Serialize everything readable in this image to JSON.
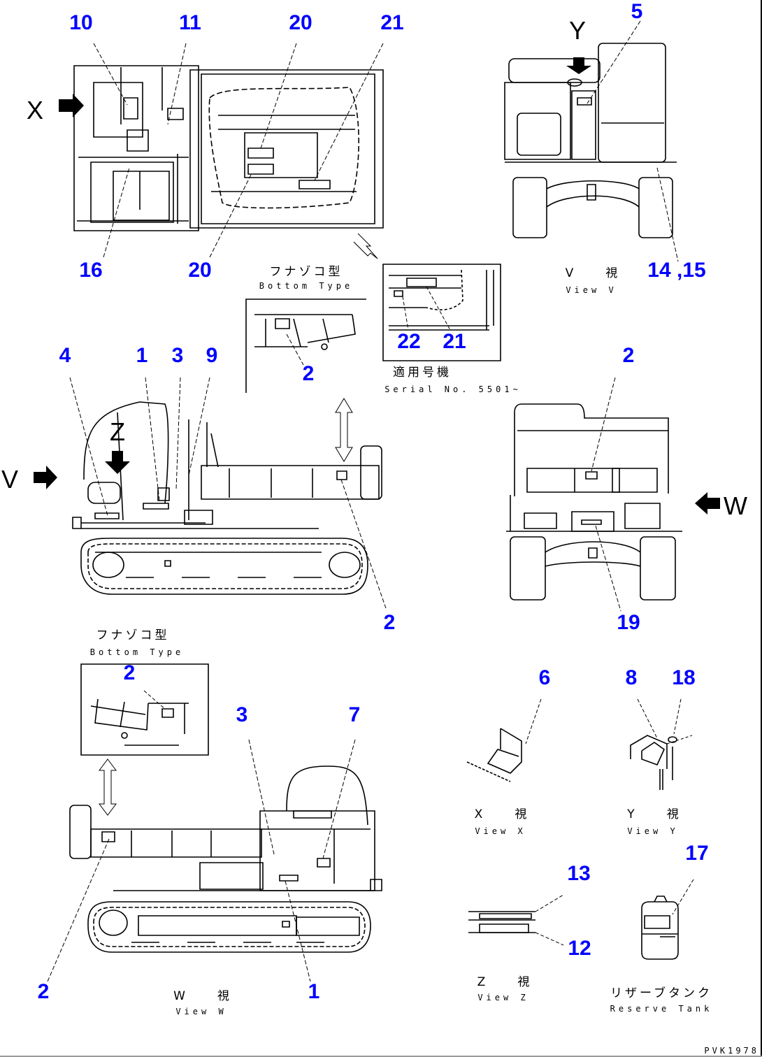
{
  "drawing": {
    "document_id": "PVK1978",
    "callouts": {
      "c10": "10",
      "c11": "11",
      "c20a": "20",
      "c21a": "21",
      "c16": "16",
      "c20b": "20",
      "c5": "5",
      "c14_15": "14 ,15",
      "c22": "22",
      "c21b": "21",
      "c4": "4",
      "c1a": "1",
      "c3a": "3",
      "c9": "9",
      "c2_inset_top": "2",
      "c2_side": "2",
      "c2_rear": "2",
      "c19": "19",
      "c2_inset_bottom": "2",
      "c3b": "3",
      "c7": "7",
      "c2_bottom": "2",
      "c1b": "1",
      "c6": "6",
      "c8": "8",
      "c18": "18",
      "c13": "13",
      "c12": "12",
      "c17": "17"
    },
    "view_markers": {
      "x": "X",
      "y": "Y",
      "z": "Z",
      "v": "V",
      "w": "W"
    },
    "labels": {
      "bottom_type_top_jp": "フナゾコ型",
      "bottom_type_top_en": "Bottom Type",
      "bottom_type_bottom_jp": "フナゾコ型",
      "bottom_type_bottom_en": "Bottom Type",
      "serial_jp": "適用号機",
      "serial_en": "Serial No. 5501~",
      "view_v_jp": "V　　視",
      "view_v_en": "View V",
      "view_w_jp": "W　　視",
      "view_w_en": "View W",
      "view_x_jp": "X　　視",
      "view_x_en": "View X",
      "view_y_jp": "Y　　視",
      "view_y_en": "View Y",
      "view_z_jp": "Z　　視",
      "view_z_en": "View Z",
      "reserve_tank_jp": "リザーブタンク",
      "reserve_tank_en": "Reserve Tank"
    }
  }
}
